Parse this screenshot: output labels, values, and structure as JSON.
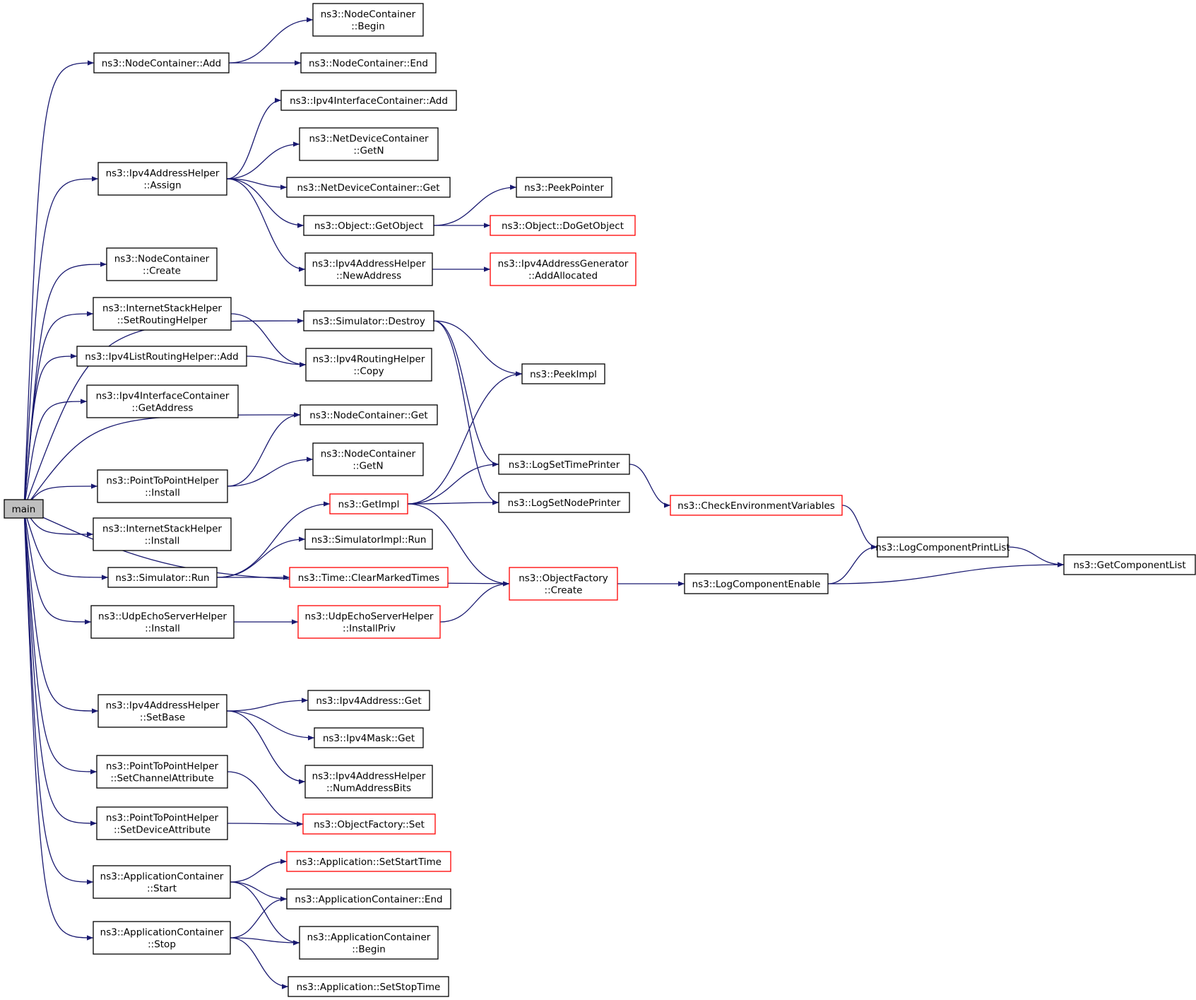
{
  "colors": {
    "edge": "#191970",
    "node_border": "#000000",
    "node_border_undocumented": "#ff0000",
    "root_fill": "#bfbfbf",
    "node_fill": "#ffffff"
  },
  "nodes": [
    {
      "id": "main",
      "lines": [
        "main"
      ],
      "style": "root"
    },
    {
      "id": "nc_add",
      "lines": [
        "ns3::NodeContainer::Add"
      ],
      "style": "normal"
    },
    {
      "id": "nc_begin",
      "lines": [
        "ns3::NodeContainer",
        "::Begin"
      ],
      "style": "normal"
    },
    {
      "id": "nc_end",
      "lines": [
        "ns3::NodeContainer::End"
      ],
      "style": "normal"
    },
    {
      "id": "ipv4ic_add",
      "lines": [
        "ns3::Ipv4InterfaceContainer::Add"
      ],
      "style": "normal"
    },
    {
      "id": "ndc_getn",
      "lines": [
        "ns3::NetDeviceContainer",
        "::GetN"
      ],
      "style": "normal"
    },
    {
      "id": "ipv4ah_assign",
      "lines": [
        "ns3::Ipv4AddressHelper",
        "::Assign"
      ],
      "style": "normal"
    },
    {
      "id": "ndc_get",
      "lines": [
        "ns3::NetDeviceContainer::Get"
      ],
      "style": "normal"
    },
    {
      "id": "peekpointer",
      "lines": [
        "ns3::PeekPointer"
      ],
      "style": "normal"
    },
    {
      "id": "obj_getobject",
      "lines": [
        "ns3::Object::GetObject"
      ],
      "style": "normal"
    },
    {
      "id": "obj_dogetobject",
      "lines": [
        "ns3::Object::DoGetObject"
      ],
      "style": "undocumented"
    },
    {
      "id": "nc_create",
      "lines": [
        "ns3::NodeContainer",
        "::Create"
      ],
      "style": "normal"
    },
    {
      "id": "ipv4ah_newaddress",
      "lines": [
        "ns3::Ipv4AddressHelper",
        "::NewAddress"
      ],
      "style": "normal"
    },
    {
      "id": "ipv4ag_addallocated",
      "lines": [
        "ns3::Ipv4AddressGenerator",
        "::AddAllocated"
      ],
      "style": "undocumented"
    },
    {
      "id": "ish_setrouting",
      "lines": [
        "ns3::InternetStackHelper",
        "::SetRoutingHelper"
      ],
      "style": "normal"
    },
    {
      "id": "sim_destroy",
      "lines": [
        "ns3::Simulator::Destroy"
      ],
      "style": "normal"
    },
    {
      "id": "ipv4lrh_add",
      "lines": [
        "ns3::Ipv4ListRoutingHelper::Add"
      ],
      "style": "normal"
    },
    {
      "id": "ipv4rh_copy",
      "lines": [
        "ns3::Ipv4RoutingHelper",
        "::Copy"
      ],
      "style": "normal"
    },
    {
      "id": "peekimpl",
      "lines": [
        "ns3::PeekImpl"
      ],
      "style": "normal"
    },
    {
      "id": "ipv4ic_getaddress",
      "lines": [
        "ns3::Ipv4InterfaceContainer",
        "::GetAddress"
      ],
      "style": "normal"
    },
    {
      "id": "nc_get",
      "lines": [
        "ns3::NodeContainer::Get"
      ],
      "style": "normal"
    },
    {
      "id": "nc_getn",
      "lines": [
        "ns3::NodeContainer",
        "::GetN"
      ],
      "style": "normal"
    },
    {
      "id": "logsettimeprinter",
      "lines": [
        "ns3::LogSetTimePrinter"
      ],
      "style": "normal"
    },
    {
      "id": "p2p_install",
      "lines": [
        "ns3::PointToPointHelper",
        "::Install"
      ],
      "style": "normal"
    },
    {
      "id": "getimpl",
      "lines": [
        "ns3::GetImpl"
      ],
      "style": "undocumented"
    },
    {
      "id": "logsetnodeprinter",
      "lines": [
        "ns3::LogSetNodePrinter"
      ],
      "style": "normal"
    },
    {
      "id": "checkenv",
      "lines": [
        "ns3::CheckEnvironmentVariables"
      ],
      "style": "undocumented"
    },
    {
      "id": "ish_install",
      "lines": [
        "ns3::InternetStackHelper",
        "::Install"
      ],
      "style": "normal"
    },
    {
      "id": "simimpl_run",
      "lines": [
        "ns3::SimulatorImpl::Run"
      ],
      "style": "normal"
    },
    {
      "id": "logcomponentprintlist",
      "lines": [
        "ns3::LogComponentPrintList"
      ],
      "style": "normal"
    },
    {
      "id": "getcomponentlist",
      "lines": [
        "ns3::GetComponentList"
      ],
      "style": "normal"
    },
    {
      "id": "sim_run",
      "lines": [
        "ns3::Simulator::Run"
      ],
      "style": "normal"
    },
    {
      "id": "time_clear",
      "lines": [
        "ns3::Time::ClearMarkedTimes"
      ],
      "style": "undocumented"
    },
    {
      "id": "of_create",
      "lines": [
        "ns3::ObjectFactory",
        "::Create"
      ],
      "style": "undocumented"
    },
    {
      "id": "logcomponentenable",
      "lines": [
        "ns3::LogComponentEnable"
      ],
      "style": "normal"
    },
    {
      "id": "uesh_install",
      "lines": [
        "ns3::UdpEchoServerHelper",
        "::Install"
      ],
      "style": "normal"
    },
    {
      "id": "uesh_installpriv",
      "lines": [
        "ns3::UdpEchoServerHelper",
        "::InstallPriv"
      ],
      "style": "undocumented"
    },
    {
      "id": "ipv4addr_get",
      "lines": [
        "ns3::Ipv4Address::Get"
      ],
      "style": "normal"
    },
    {
      "id": "ipv4ah_setbase",
      "lines": [
        "ns3::Ipv4AddressHelper",
        "::SetBase"
      ],
      "style": "normal"
    },
    {
      "id": "ipv4mask_get",
      "lines": [
        "ns3::Ipv4Mask::Get"
      ],
      "style": "normal"
    },
    {
      "id": "ipv4ah_numaddrbits",
      "lines": [
        "ns3::Ipv4AddressHelper",
        "::NumAddressBits"
      ],
      "style": "normal"
    },
    {
      "id": "p2p_setchannel",
      "lines": [
        "ns3::PointToPointHelper",
        "::SetChannelAttribute"
      ],
      "style": "normal"
    },
    {
      "id": "p2p_setdevice",
      "lines": [
        "ns3::PointToPointHelper",
        "::SetDeviceAttribute"
      ],
      "style": "normal"
    },
    {
      "id": "of_set",
      "lines": [
        "ns3::ObjectFactory::Set"
      ],
      "style": "undocumented"
    },
    {
      "id": "app_setstart",
      "lines": [
        "ns3::Application::SetStartTime"
      ],
      "style": "undocumented"
    },
    {
      "id": "ac_start",
      "lines": [
        "ns3::ApplicationContainer",
        "::Start"
      ],
      "style": "normal"
    },
    {
      "id": "ac_end",
      "lines": [
        "ns3::ApplicationContainer::End"
      ],
      "style": "normal"
    },
    {
      "id": "ac_begin",
      "lines": [
        "ns3::ApplicationContainer",
        "::Begin"
      ],
      "style": "normal"
    },
    {
      "id": "ac_stop",
      "lines": [
        "ns3::ApplicationContainer",
        "::Stop"
      ],
      "style": "normal"
    },
    {
      "id": "app_setstop",
      "lines": [
        "ns3::Application::SetStopTime"
      ],
      "style": "normal"
    }
  ],
  "edges": [
    [
      "main",
      "nc_add"
    ],
    [
      "nc_add",
      "nc_begin"
    ],
    [
      "nc_add",
      "nc_end"
    ],
    [
      "main",
      "ipv4ah_assign"
    ],
    [
      "ipv4ah_assign",
      "ipv4ic_add"
    ],
    [
      "ipv4ah_assign",
      "ndc_getn"
    ],
    [
      "ipv4ah_assign",
      "ndc_get"
    ],
    [
      "ipv4ah_assign",
      "obj_getobject"
    ],
    [
      "ipv4ah_assign",
      "ipv4ah_newaddress"
    ],
    [
      "obj_getobject",
      "peekpointer"
    ],
    [
      "obj_getobject",
      "obj_dogetobject"
    ],
    [
      "ipv4ah_newaddress",
      "ipv4ag_addallocated"
    ],
    [
      "main",
      "sim_destroy"
    ],
    [
      "main",
      "nc_create"
    ],
    [
      "main",
      "ish_setrouting"
    ],
    [
      "ish_setrouting",
      "ipv4rh_copy"
    ],
    [
      "main",
      "ipv4lrh_add"
    ],
    [
      "ipv4lrh_add",
      "ipv4rh_copy"
    ],
    [
      "sim_destroy",
      "peekimpl"
    ],
    [
      "sim_destroy",
      "logsettimeprinter"
    ],
    [
      "sim_destroy",
      "logsetnodeprinter"
    ],
    [
      "main",
      "ipv4ic_getaddress"
    ],
    [
      "main",
      "nc_get"
    ],
    [
      "main",
      "p2p_install"
    ],
    [
      "p2p_install",
      "nc_get"
    ],
    [
      "p2p_install",
      "nc_getn"
    ],
    [
      "getimpl",
      "peekimpl"
    ],
    [
      "getimpl",
      "logsettimeprinter"
    ],
    [
      "getimpl",
      "logsetnodeprinter"
    ],
    [
      "getimpl",
      "of_create"
    ],
    [
      "logsettimeprinter",
      "checkenv"
    ],
    [
      "checkenv",
      "logcomponentprintlist"
    ],
    [
      "logcomponentprintlist",
      "getcomponentlist"
    ],
    [
      "logcomponentenable",
      "logcomponentprintlist"
    ],
    [
      "logcomponentenable",
      "getcomponentlist"
    ],
    [
      "main",
      "ish_install"
    ],
    [
      "main",
      "sim_run"
    ],
    [
      "sim_run",
      "getimpl"
    ],
    [
      "sim_run",
      "simimpl_run"
    ],
    [
      "sim_run",
      "time_clear"
    ],
    [
      "main",
      "uesh_install"
    ],
    [
      "uesh_install",
      "uesh_installpriv"
    ],
    [
      "uesh_installpriv",
      "of_create"
    ],
    [
      "main",
      "logcomponentenable"
    ],
    [
      "main",
      "ipv4ah_setbase"
    ],
    [
      "ipv4ah_setbase",
      "ipv4addr_get"
    ],
    [
      "ipv4ah_setbase",
      "ipv4mask_get"
    ],
    [
      "ipv4ah_setbase",
      "ipv4ah_numaddrbits"
    ],
    [
      "main",
      "p2p_setchannel"
    ],
    [
      "p2p_setchannel",
      "of_set"
    ],
    [
      "main",
      "p2p_setdevice"
    ],
    [
      "p2p_setdevice",
      "of_set"
    ],
    [
      "main",
      "ac_start"
    ],
    [
      "ac_start",
      "app_setstart"
    ],
    [
      "ac_start",
      "ac_end"
    ],
    [
      "ac_start",
      "ac_begin"
    ],
    [
      "main",
      "ac_stop"
    ],
    [
      "ac_stop",
      "ac_end"
    ],
    [
      "ac_stop",
      "ac_begin"
    ],
    [
      "ac_stop",
      "app_setstop"
    ]
  ]
}
